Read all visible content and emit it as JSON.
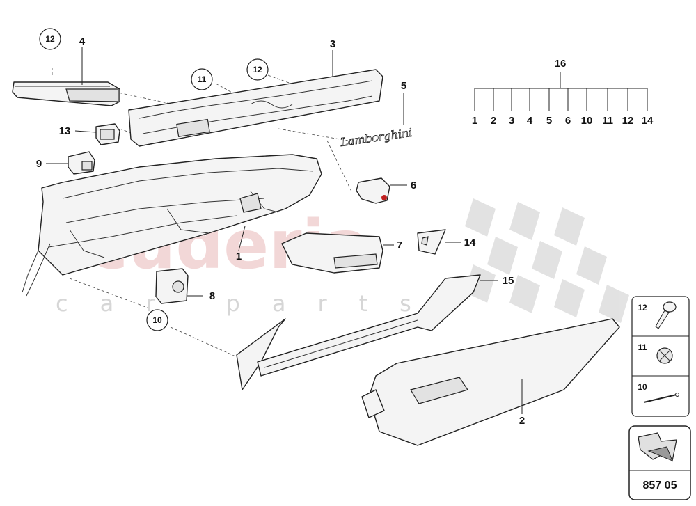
{
  "callouts": {
    "c1": "1",
    "c2": "2",
    "c3": "3",
    "c4": "4",
    "c5": "5",
    "c6": "6",
    "c7": "7",
    "c8": "8",
    "c9": "9",
    "c10": "10",
    "c11": "11",
    "c12a": "12",
    "c12b": "12",
    "c13": "13",
    "c14": "14",
    "c15": "15"
  },
  "emblem_text": "Lamborghini",
  "group": {
    "title": "16",
    "items": [
      "1",
      "2",
      "3",
      "4",
      "5",
      "6",
      "10",
      "11",
      "12",
      "14"
    ]
  },
  "legend": {
    "rows": [
      {
        "label": "12",
        "icon": "screw-icon"
      },
      {
        "label": "11",
        "icon": "clip-nut-icon"
      },
      {
        "label": "10",
        "icon": "pin-icon"
      }
    ]
  },
  "nav": {
    "icon": "arrow-icon",
    "code": "857 05"
  },
  "watermark": {
    "main": "scuderia",
    "sub": "car parts"
  },
  "colors": {
    "watermark": "#e9b7b7",
    "checker": "#d9d9d9",
    "line": "#222222"
  }
}
